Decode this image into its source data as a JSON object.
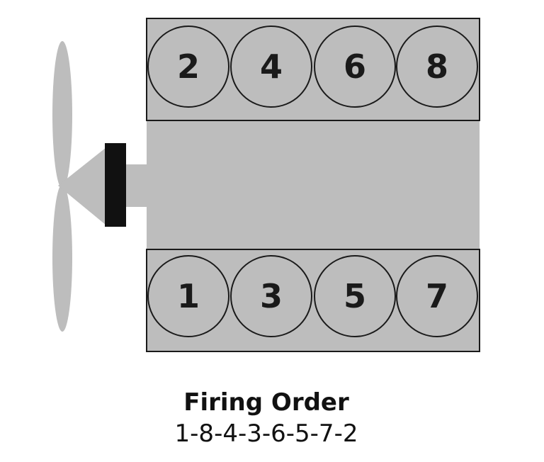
{
  "diagram": {
    "colors": {
      "block": "#bdbdbd",
      "outline": "#1a1a1a",
      "fan": "#bdbdbd",
      "pulley": "#111111"
    },
    "top_bank": {
      "cylinders": [
        "2",
        "4",
        "6",
        "8"
      ]
    },
    "bottom_bank": {
      "cylinders": [
        "1",
        "3",
        "5",
        "7"
      ]
    }
  },
  "caption": {
    "title": "Firing Order",
    "sequence": "1-8-4-3-6-5-7-2"
  }
}
